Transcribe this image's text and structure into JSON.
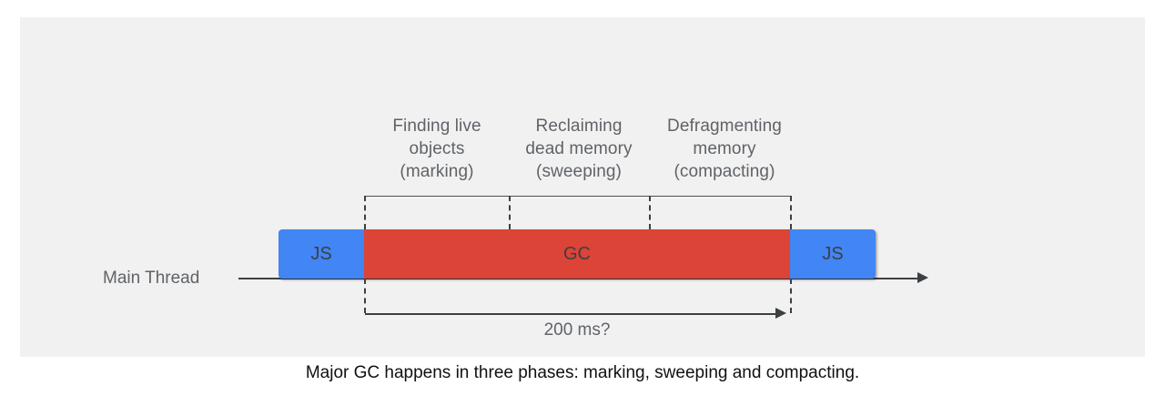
{
  "diagram": {
    "caption": "Major GC happens in three phases: marking, sweeping and compacting.",
    "thread_label": "Main Thread",
    "duration_label": "200 ms?",
    "panel_background": "#f1f1f1",
    "page_background": "#ffffff",
    "phases": [
      {
        "name": "marking",
        "label": "Finding live\nobjects\n(marking)"
      },
      {
        "name": "sweeping",
        "label": "Reclaiming\ndead memory\n(sweeping)"
      },
      {
        "name": "compacting",
        "label": "Defragmenting\nmemory\n(compacting)"
      }
    ],
    "timeline": {
      "segments": [
        {
          "name": "js-left",
          "label": "JS",
          "color": "#4285f4"
        },
        {
          "name": "gc",
          "label": "GC",
          "color": "#db4437"
        },
        {
          "name": "js-right",
          "label": "JS",
          "color": "#4285f4"
        }
      ],
      "line_color": "#3c4043",
      "text_color": "#5f6368"
    }
  }
}
